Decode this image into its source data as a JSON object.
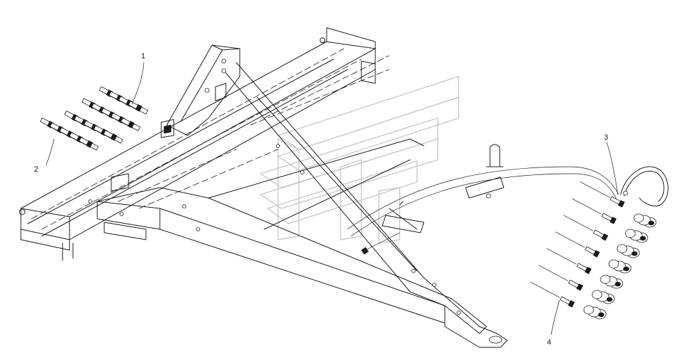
{
  "callouts": [
    {
      "id": "1",
      "label": "1"
    },
    {
      "id": "2",
      "label": "2"
    },
    {
      "id": "3",
      "label": "3"
    },
    {
      "id": "4",
      "label": "4"
    }
  ],
  "icons": {
    "watermark": "brand-watermark-logo"
  },
  "colors": {
    "line": "#1a1a1a",
    "watermark": "#c9c9c9",
    "background": "#ffffff"
  }
}
